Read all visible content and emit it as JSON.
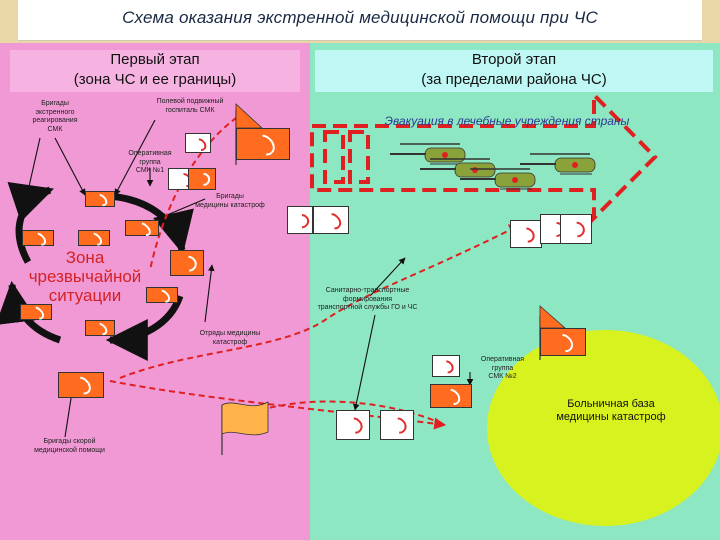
{
  "title": "Схема оказания экстренной медицинской помощи при ЧС",
  "stages": {
    "first": {
      "line1": "Первый этап",
      "line2": "(зона ЧС и ее границы)"
    },
    "second": {
      "line1": "Второй этап",
      "line2": "(за пределами района ЧС)"
    }
  },
  "labels": {
    "emergency_brigades": [
      "Бригады",
      "экстренного",
      "реагирования",
      "СМК"
    ],
    "field_hospital": [
      "Полевой подвижный",
      "госпиталь СМК"
    ],
    "op_group_1": [
      "Оперативная",
      "группа",
      "СМК №1"
    ],
    "disaster_brigades": [
      "Бригады",
      "медицины катастроф"
    ],
    "zone": [
      "Зона",
      "чрезвычайной",
      "ситуации"
    ],
    "detachments": [
      "Отряды медицины",
      "катастроф"
    ],
    "ambulance_brigades": [
      "Бригады  скорой",
      "медицинской помощи"
    ],
    "transport": [
      "Санитарно-транспортные",
      "формирования",
      "транспортной службы ГО и ЧС"
    ],
    "op_group_2": [
      "Оперативная",
      "группа",
      "СМК №2"
    ],
    "hospital_base": [
      "Больничная база",
      "медицины катастроф"
    ],
    "evacuation": "Эвакуация в лечебные учреждения страны"
  },
  "colors": {
    "left_panel": "#f099d5",
    "right_panel": "#8ee7c3",
    "hospital_base": "#d7f21e",
    "flag": "#ff6b1f",
    "arrow_dashed": "#e02020"
  }
}
